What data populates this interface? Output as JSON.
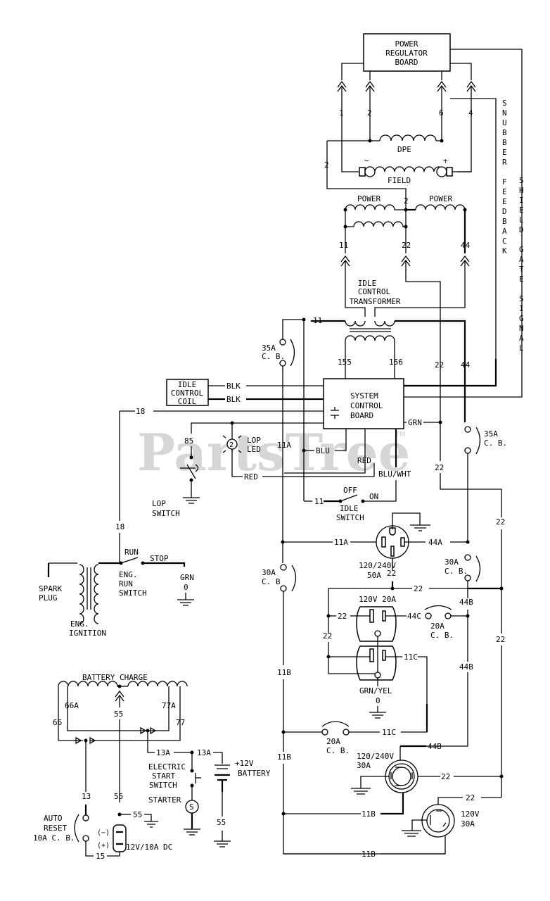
{
  "watermark": {
    "text": "PartsTree",
    "tm": "TM"
  },
  "components": {
    "power_regulator_board": [
      "POWER",
      "REGULATOR",
      "BOARD"
    ],
    "dpe": "DPE",
    "field": "FIELD",
    "field_minus": "−",
    "field_plus": "+",
    "power_left": "POWER",
    "power_right": "POWER",
    "idle_control_transformer": [
      "IDLE",
      "CONTROL",
      "TRANSFORMER"
    ],
    "idle_control_coil": [
      "IDLE",
      "CONTROL",
      "COIL"
    ],
    "system_control_board": [
      "SYSTEM",
      "CONTROL",
      "BOARD"
    ],
    "lop_led": [
      "LOP",
      "LED"
    ],
    "lop_switch": [
      "LOP",
      "SWITCH"
    ],
    "idle_switch": [
      "IDLE",
      "SWITCH"
    ],
    "idle_off": "OFF",
    "idle_on": "ON",
    "eng_run_switch": [
      "ENG.",
      "RUN",
      "SWITCH"
    ],
    "run": "RUN",
    "stop": "STOP",
    "spark_plug": [
      "SPARK",
      "PLUG"
    ],
    "eng_ignition": [
      "ENG.",
      "IGNITION"
    ],
    "battery_charge": "BATTERY CHARGE",
    "electric_start_switch": [
      "ELECTRIC",
      "START",
      "SWITCH"
    ],
    "starter": "STARTER",
    "starter_symbol": "S",
    "battery": [
      "+12V",
      "BATTERY"
    ],
    "auto_reset_cb": [
      "AUTO",
      "RESET",
      "10A C. B."
    ],
    "dc_outlet": "12V/10A DC",
    "dc_minus": "(−)",
    "dc_plus": "(+)",
    "snubber_feedback": "SNUBBER FEEDBACK",
    "shield_gate_signal": "SHIELD GATE SIGNAL"
  },
  "receptacles": [
    {
      "id": "r1",
      "label": [
        "120/240V",
        "50A"
      ]
    },
    {
      "id": "r2",
      "label": [
        "120V  20A"
      ]
    },
    {
      "id": "r3",
      "label": [
        "120/240V",
        "30A"
      ]
    },
    {
      "id": "r4",
      "label": [
        "120V",
        "30A"
      ]
    }
  ],
  "breakers": {
    "cb_35a_left": [
      "35A",
      "C. B."
    ],
    "cb_35a_right": [
      "35A",
      "C. B."
    ],
    "cb_30a_left": [
      "30A",
      "C. B"
    ],
    "cb_30a_right": [
      "30A",
      "C. B."
    ],
    "cb_20a_44c": [
      "20A",
      "C. B."
    ],
    "cb_20a_11c": [
      "20A",
      "C. B."
    ]
  },
  "wires": {
    "w1": "1",
    "w2": "2",
    "w6": "6",
    "w4": "4",
    "w2b": "2",
    "w2c": "2",
    "w11": "11",
    "w22": "22",
    "w44": "44",
    "w11_top": "11",
    "w155": "155",
    "w156": "156",
    "w22_scb": "22",
    "w44_scb": "44",
    "blk1": "BLK",
    "blk2": "BLK",
    "grn": "GRN",
    "w18_top": "18",
    "w18_side": "18",
    "w85": "85",
    "w11a": "11A",
    "blu": "BLU",
    "red1": "RED",
    "red2": "RED",
    "bluwht": "BLU/WHT",
    "w22_mid": "22",
    "w11_idle": "11",
    "w11a_r1": "11A",
    "w44a": "44A",
    "w22_r1": "22",
    "w22_right": "22",
    "w22_bus": "22",
    "w44b_top": "44B",
    "w22_r2": "22",
    "w44c": "44C",
    "w22_left": "22",
    "w11c_r2": "11C",
    "grnyel": "GRN/YEL",
    "zero1": "0",
    "w44b_mid": "44B",
    "w22_far": "22",
    "w11b_1": "11B",
    "w11c": "11C",
    "w11b_2": "11B",
    "w44b_low": "44B",
    "w22_r3": "22",
    "w22_r4": "22",
    "w11b_r3": "11B",
    "w11b_r4": "11B",
    "grn_eng": "GRN",
    "zero2": "0",
    "w66a": "66A",
    "w55": "55",
    "w77a": "77A",
    "w66": "66",
    "w77": "77",
    "w13a_1": "13A",
    "w13a_2": "13A",
    "w13": "13",
    "w55_b": "55",
    "w55_gnd": "55",
    "w55_bat": "55",
    "w15": "15"
  }
}
